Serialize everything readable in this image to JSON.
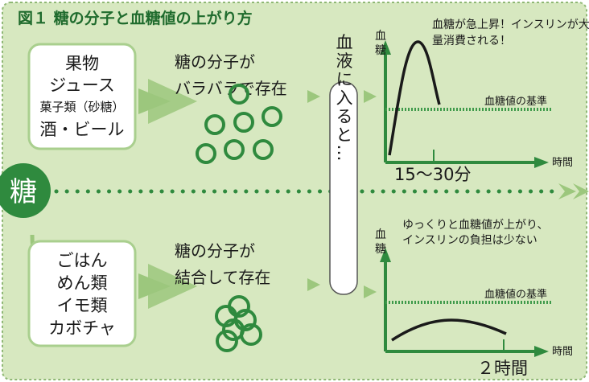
{
  "title": "図１ 糖の分子と血糖値の上がり方",
  "sugar_label": "糖",
  "top_foods": [
    "果物",
    "ジュース",
    "菓子類（砂糖）",
    "酒・ビール"
  ],
  "bottom_foods": [
    "ごはん",
    "めん類",
    "イモ類",
    "カボチャ"
  ],
  "top_molecule_text": [
    "糖の分子が",
    "バラバラで存在"
  ],
  "bottom_molecule_text": [
    "糖の分子が",
    "結合して存在"
  ],
  "blood_entry_text": "血液に入ると…",
  "graph_top": {
    "y_axis_label": "血糖",
    "x_axis_label": "時間",
    "baseline_label": "血糖値の基準",
    "annotation": [
      "血糖が急上昇！インスリンが大",
      "量消費される！"
    ],
    "time_label": "15～30分"
  },
  "graph_bottom": {
    "y_axis_label": "血糖",
    "x_axis_label": "時間",
    "baseline_label": "血糖値の基準",
    "annotation": [
      "ゆっくりと血糖値が上がり、",
      "インスリンの負担は少ない"
    ],
    "time_label": "２時間"
  },
  "colors": {
    "background": "#d7e8c0",
    "frame_dash": "#8fb874",
    "accent_green": "#2f8a3e",
    "arrow_green": "#9cc77d",
    "title_text": "#1f6b2d",
    "baseline": "#3e9a4a",
    "text": "#1a1a1a",
    "white": "#ffffff"
  }
}
